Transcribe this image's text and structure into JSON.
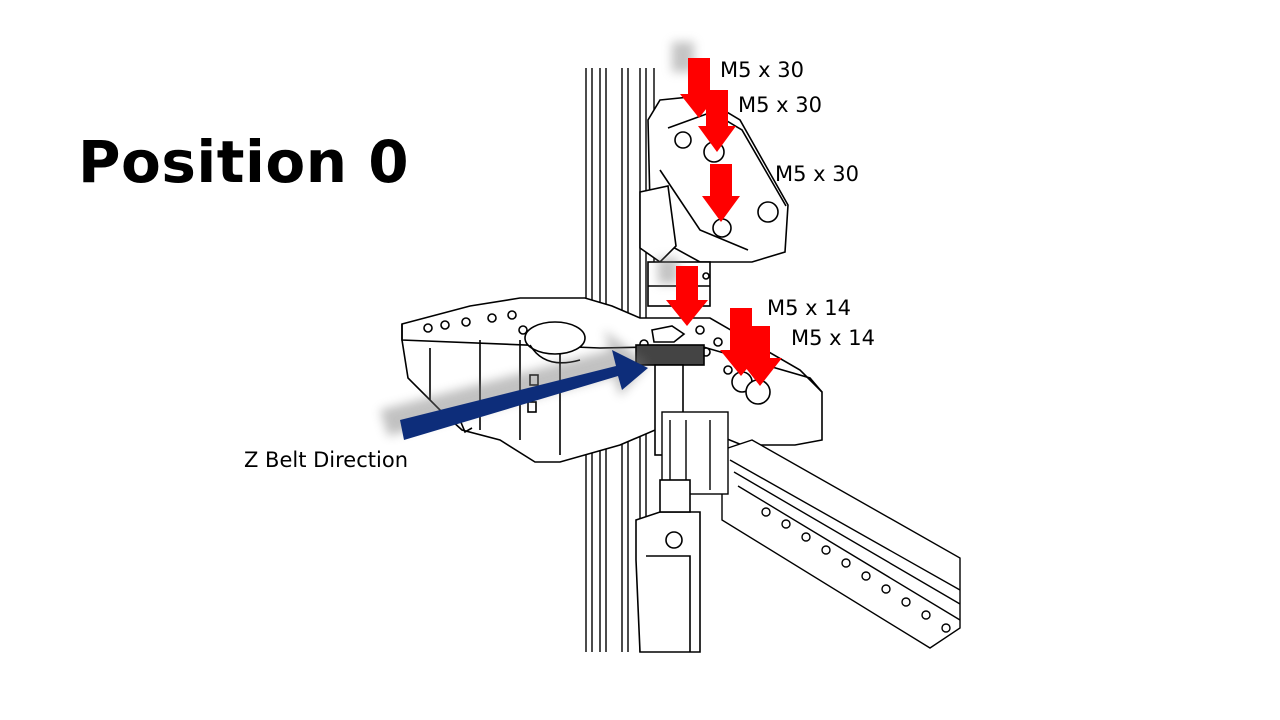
{
  "slide": {
    "title": "Position 0"
  },
  "callouts": [
    {
      "id": "bolt-1",
      "text": "M5 x 30"
    },
    {
      "id": "bolt-2",
      "text": "M5 x 30"
    },
    {
      "id": "bolt-3",
      "text": "M5 x 30"
    },
    {
      "id": "bolt-4",
      "text": "M5 x 14"
    },
    {
      "id": "bolt-5",
      "text": "M5 x 14"
    }
  ],
  "belt_label": "Z Belt Direction",
  "colors": {
    "bolt_arrow": "#ff0000",
    "belt_arrow": "#0d2d7a",
    "line": "#000000"
  }
}
